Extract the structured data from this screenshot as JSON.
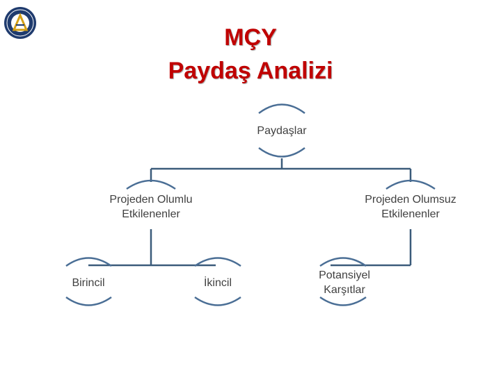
{
  "title": {
    "line1": "MÇY",
    "line2": "Paydaş Analizi"
  },
  "colors": {
    "title": "#c00000",
    "connector": "#3b5b7a",
    "arc": "#4a6e95",
    "text": "#404040"
  },
  "nodes": {
    "root": "Paydaşlar",
    "positive": {
      "line1": "Projeden Olumlu",
      "line2": "Etkilenenler"
    },
    "negative": {
      "line1": "Projeden Olumsuz",
      "line2": "Etkilenenler"
    },
    "primary": "Birincil",
    "secondary": "İkincil",
    "opponents": {
      "line1": "Potansiyel",
      "line2": "Karşıtlar"
    }
  }
}
